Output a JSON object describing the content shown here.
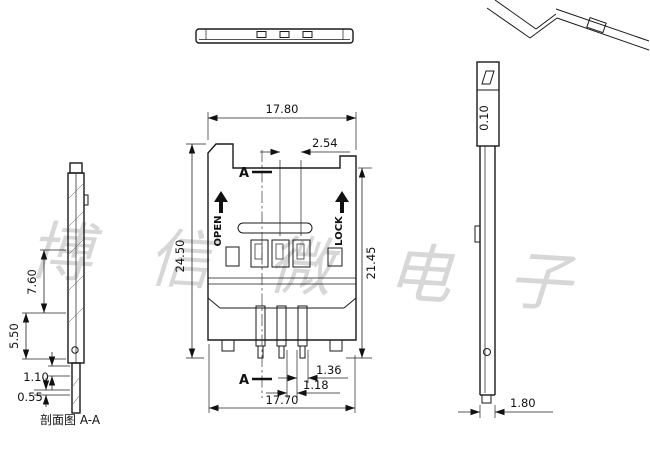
{
  "watermark": "博信微电子",
  "views": {
    "section_label": "剖面图  A-A"
  },
  "labels": {
    "open": "OPEN",
    "lock": "LOCK",
    "section_marker_top": "A",
    "section_marker_bottom": "A"
  },
  "dims": {
    "top_width": "17.80",
    "contact_pitch": "2.54",
    "overall_height": "24.50",
    "body_height": "21.45",
    "foot_dim_1": "1.36",
    "foot_dim_2": "1.18",
    "bottom_width": "17.70",
    "side_height_1": "7.60",
    "side_height_2": "5.50",
    "side_step_1": "1.10",
    "side_step_2": "0.55",
    "flatness_tolerance": "0.10",
    "thickness": "1.80"
  },
  "colors": {
    "line": "#1a1a1a",
    "watermark": "#d7d7d7",
    "background": "#ffffff"
  }
}
